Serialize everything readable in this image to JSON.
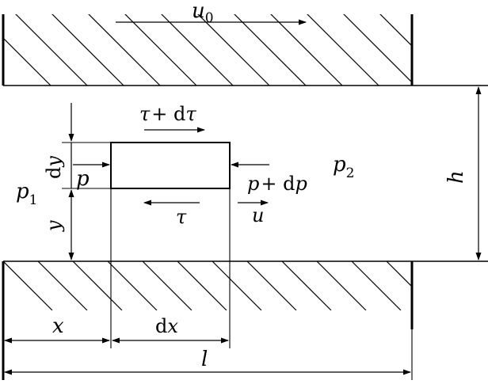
{
  "labels": {
    "u0": "u",
    "u0_sub": "0",
    "tau_plus_dtau_var": "τ",
    "tau_plus_dtau_op": "+ d",
    "tau_plus_dtau_var2": "τ",
    "dy_d": "d",
    "dy_var": "y",
    "p_left": "p",
    "p_right_var": "p",
    "p_right_op": "+ d",
    "p_right_var2": "p",
    "p1": "p",
    "p1_sub": "1",
    "p2": "p",
    "p2_sub": "2",
    "y": "y",
    "tau": "τ",
    "u": "u",
    "h": "h",
    "x": "x",
    "dx_d": "d",
    "dx_var": "x",
    "l": "l"
  }
}
